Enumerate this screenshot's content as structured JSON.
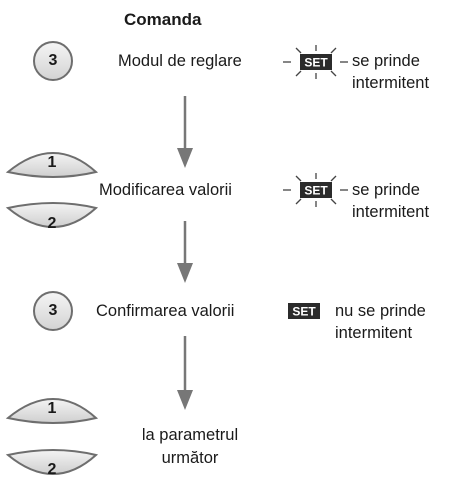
{
  "header": {
    "title": "Comanda"
  },
  "steps": [
    {
      "button": "3",
      "action": "Modul de reglare",
      "status_line1": "se prinde",
      "status_line2": "intermitent"
    },
    {
      "buttons": [
        "1",
        "2"
      ],
      "action": "Modificarea valorii",
      "status_line1": "se prinde",
      "status_line2": "intermitent"
    },
    {
      "button": "3",
      "action": "Confirmarea valorii",
      "status_line1": "nu se prinde",
      "status_line2": "intermitent"
    },
    {
      "buttons": [
        "1",
        "2"
      ],
      "action_line1": "la parametrul",
      "action_line2": "următor"
    }
  ],
  "icons": {
    "set_label": "SET"
  },
  "colors": {
    "button_fill": "#dcdcdc",
    "button_stroke": "#6e6e6e",
    "arrow": "#777777",
    "set_fill": "#2b2b2b"
  }
}
